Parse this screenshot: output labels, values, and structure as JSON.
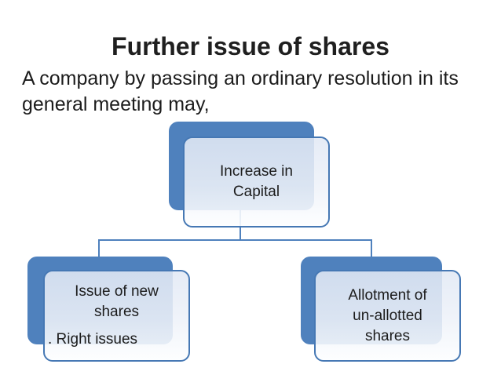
{
  "colors": {
    "accent": "#4f81bd",
    "border": "#4678b4",
    "text": "#1c1c1c"
  },
  "slide": {
    "title": "Further issue of shares",
    "body": "A company by passing an ordinary resolution in its\ngeneral meeting may,"
  },
  "diagram": {
    "root_label": "Increase in\nCapital",
    "left_label": "Issue of new\nshares",
    "left_bullet": ". Right issues",
    "right_label": "Allotment of\nun-allotted\nshares"
  }
}
